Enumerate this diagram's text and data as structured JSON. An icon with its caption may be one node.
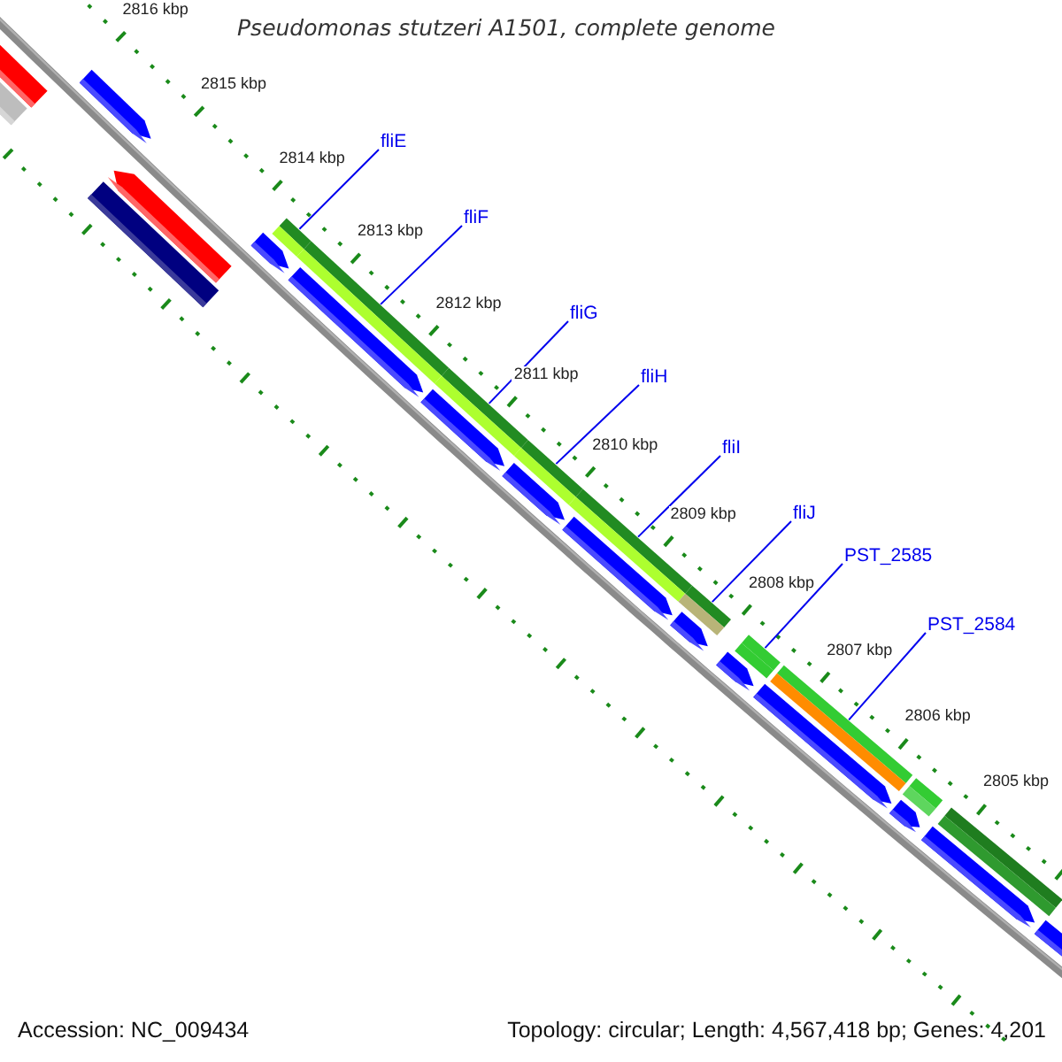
{
  "diagram": {
    "title": "Pseudomonas stutzeri A1501, complete genome",
    "nodes": [
      {
        "text": [
          "fliE"
        ]
      },
      {
        "text": [
          "fliF"
        ]
      },
      {
        "text": [
          "fliG"
        ]
      },
      {
        "text": [
          "fliH"
        ]
      },
      {
        "text": [
          "fliI"
        ]
      },
      {
        "text": [
          "fliJ"
        ]
      },
      {
        "text": [
          "PST_2585"
        ]
      },
      {
        "text": [
          "PST_2584"
        ]
      },
      {
        "text": [],
        "shape": "bar"
      },
      {
        "text": [],
        "shape": "bar"
      },
      {
        "text": [],
        "shape": "bar"
      },
      {
        "text": [],
        "shape": "bar"
      },
      {
        "text": [],
        "shape": "bar"
      },
      {
        "text": [],
        "shape": "bar"
      },
      {
        "text": [],
        "shape": "bar"
      },
      {
        "text": [],
        "shape": "bar"
      },
      {
        "text": [],
        "shape": "bar"
      },
      {
        "text": [],
        "shape": "bar"
      }
    ],
    "edges": [
      {
        "from": 0,
        "to": 8,
        "arrow": "none"
      },
      {
        "from": 1,
        "to": 9,
        "arrow": "none"
      },
      {
        "from": 2,
        "to": 10,
        "arrow": "none"
      },
      {
        "from": 3,
        "to": 11,
        "arrow": "none"
      },
      {
        "from": 4,
        "to": 12,
        "arrow": "none"
      },
      {
        "from": 5,
        "to": 13,
        "arrow": "none"
      },
      {
        "from": 6,
        "to": 14,
        "arrow": "none"
      },
      {
        "from": 7,
        "to": 15,
        "arrow": "none"
      }
    ],
    "labels": [
      "2816 kbp",
      "2815 kbp",
      "2814 kbp",
      "2813 kbp",
      "2812 kbp",
      "2811 kbp",
      "2810 kbp",
      "2809 kbp",
      "2808 kbp",
      "2807 kbp",
      "2806 kbp",
      "2805 kbp",
      "Accession: NC_009434",
      "Topology: circular; Length: 4,567,418 bp; Genes: 4,201"
    ]
  }
}
